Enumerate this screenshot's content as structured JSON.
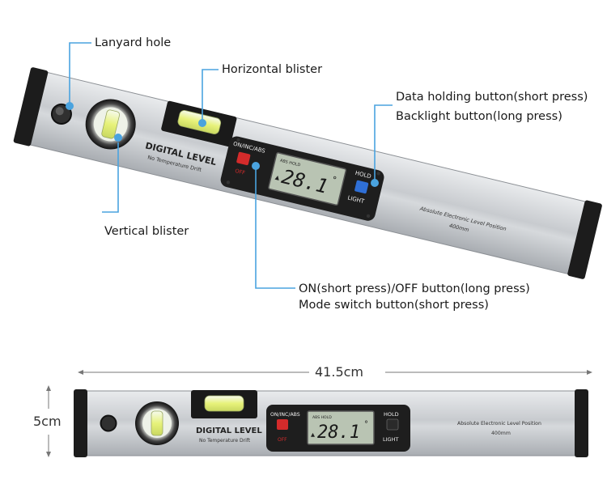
{
  "callouts": {
    "lanyard_hole": "Lanyard hole",
    "horizontal_blister": "Horizontal blister",
    "data_holding": "Data holding button(short press)",
    "backlight": "Backlight button(long press)",
    "vertical_blister": "Vertical blister",
    "on_off": "ON(short press)/OFF button(long press)",
    "mode_switch": "Mode switch button(short press)"
  },
  "device": {
    "brand_title": "DIGITAL LEVEL",
    "brand_sub": "No Temperature Drift",
    "btn_on_label": "ON/INC/ABS",
    "btn_off_label": "OFF",
    "btn_hold_label": "HOLD",
    "btn_light_label": "LIGHT",
    "lcd_top": "ABS HOLD",
    "lcd_value": "28.1",
    "lcd_degree": "°",
    "lcd_arrow": "▲",
    "side_text_1": "Absolute Electronic Level Position",
    "side_text_2": "400mm"
  },
  "dimensions": {
    "length": "41.5cm",
    "height": "5cm"
  },
  "colors": {
    "callout_line": "#4aa3df",
    "aluminum": "#c9ccd0",
    "end_cap": "#1c1c1c",
    "red_button": "#d42b2b",
    "blue_button": "#2f6fd6",
    "lcd": "#b9c4b3",
    "bubble": "#e9f46a"
  }
}
